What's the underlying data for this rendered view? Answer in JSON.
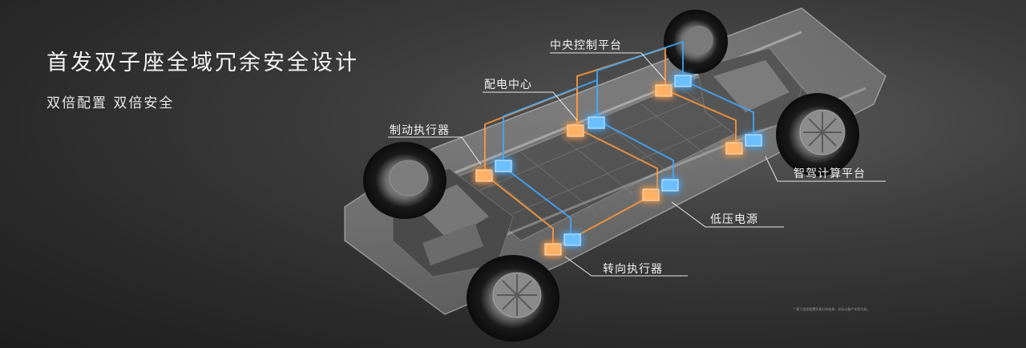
{
  "slide": {
    "title": "首发双子座全域冗余安全设计",
    "subtitle": "双倍配置 双倍安全",
    "footnote": "* 基于首发配置仿真分析结果，实际以量产车型为准。"
  },
  "labels": {
    "central_control": "中央控制平台",
    "power_distribution": "配电中心",
    "brake_actuator": "制动执行器",
    "adas_compute": "智驾计算平台",
    "low_voltage_power": "低压电源",
    "steering_actuator": "转向执行器"
  },
  "colors": {
    "orange_module": "#ff9a3c",
    "blue_module": "#3fa9ff",
    "line_white": "#e8e8e8"
  }
}
